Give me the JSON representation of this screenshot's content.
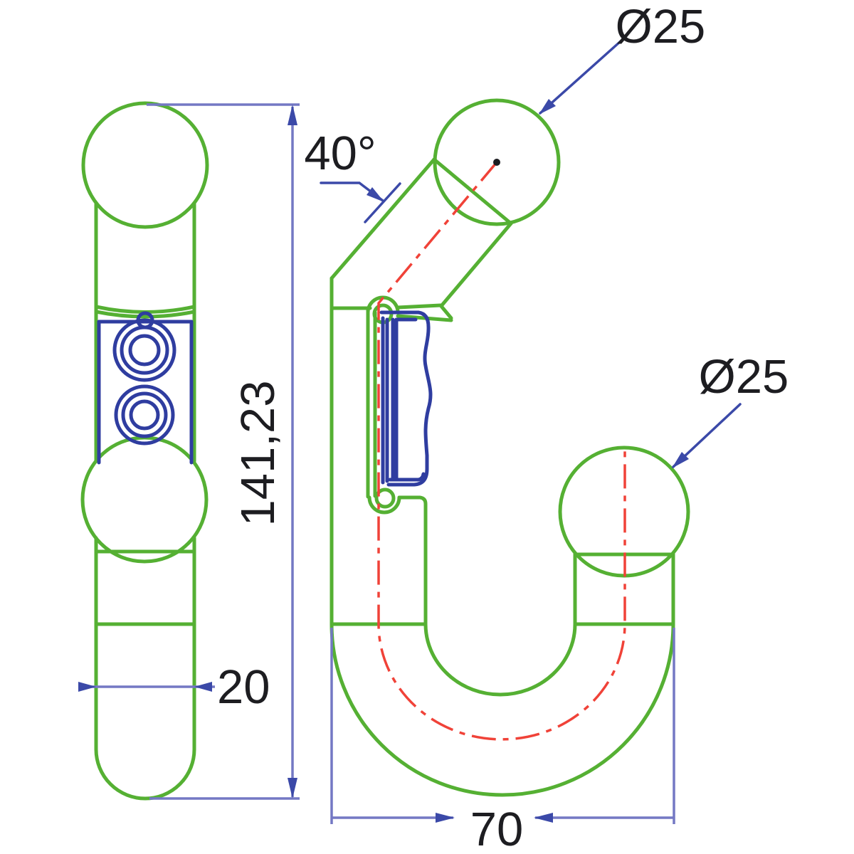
{
  "drawing": {
    "dimensions": {
      "overall_height": "141,23",
      "stem_width": "20",
      "hook_depth": "70",
      "neck_angle": "40°",
      "top_ball_diameter": "Ø25",
      "hook_ball_diameter": "Ø25"
    },
    "colors": {
      "outline": "#55b033",
      "detail": "#2f3da0",
      "dimension": "#7478c4",
      "arrow": "#3b49a8",
      "centerline": "#f04238",
      "text": "#1d1d21",
      "background": "#ffffff"
    }
  }
}
